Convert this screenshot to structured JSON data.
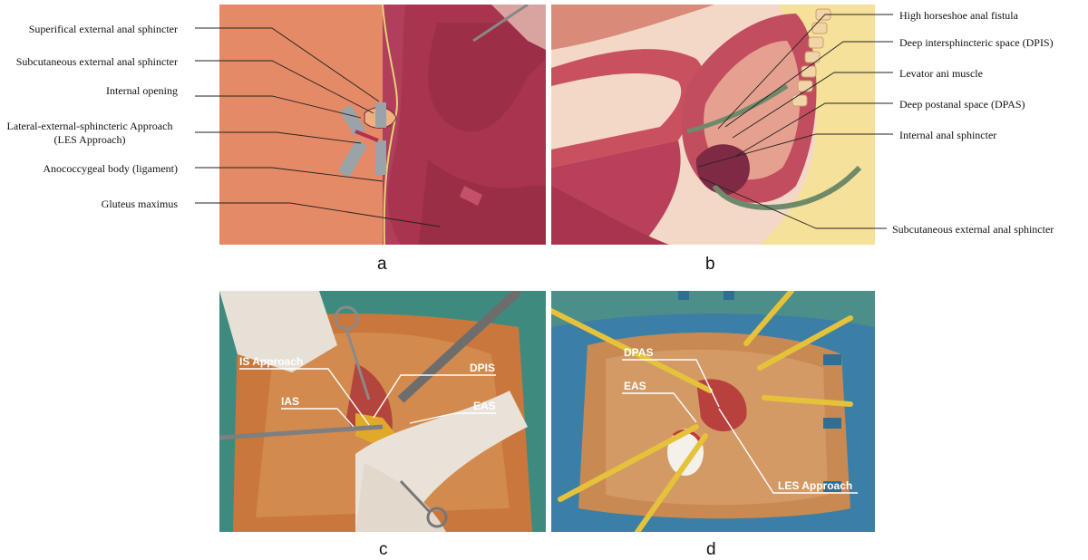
{
  "panel_a": {
    "letter": "a",
    "labels": [
      "Superifical external anal sphincter",
      "Subcutaneous external anal sphincter",
      "Internal opening",
      "Lateral-external-sphincteric Approach",
      "(LES Approach)",
      "Anococcygeal body (ligament)",
      "Gluteus maximus"
    ]
  },
  "panel_b": {
    "letter": "b",
    "labels": [
      "High horseshoe anal fistula",
      "Deep intersphincteric space (DPIS)",
      "Levator ani muscle",
      "Deep postanal space (DPAS)",
      "Internal anal sphincter",
      "Subcutaneous external anal sphincter"
    ]
  },
  "panel_c": {
    "letter": "c",
    "labels": [
      "IS Approach",
      "DPIS",
      "IAS",
      "EAS"
    ]
  },
  "panel_d": {
    "letter": "d",
    "labels": [
      "DPAS",
      "EAS",
      "LES Approach"
    ]
  }
}
